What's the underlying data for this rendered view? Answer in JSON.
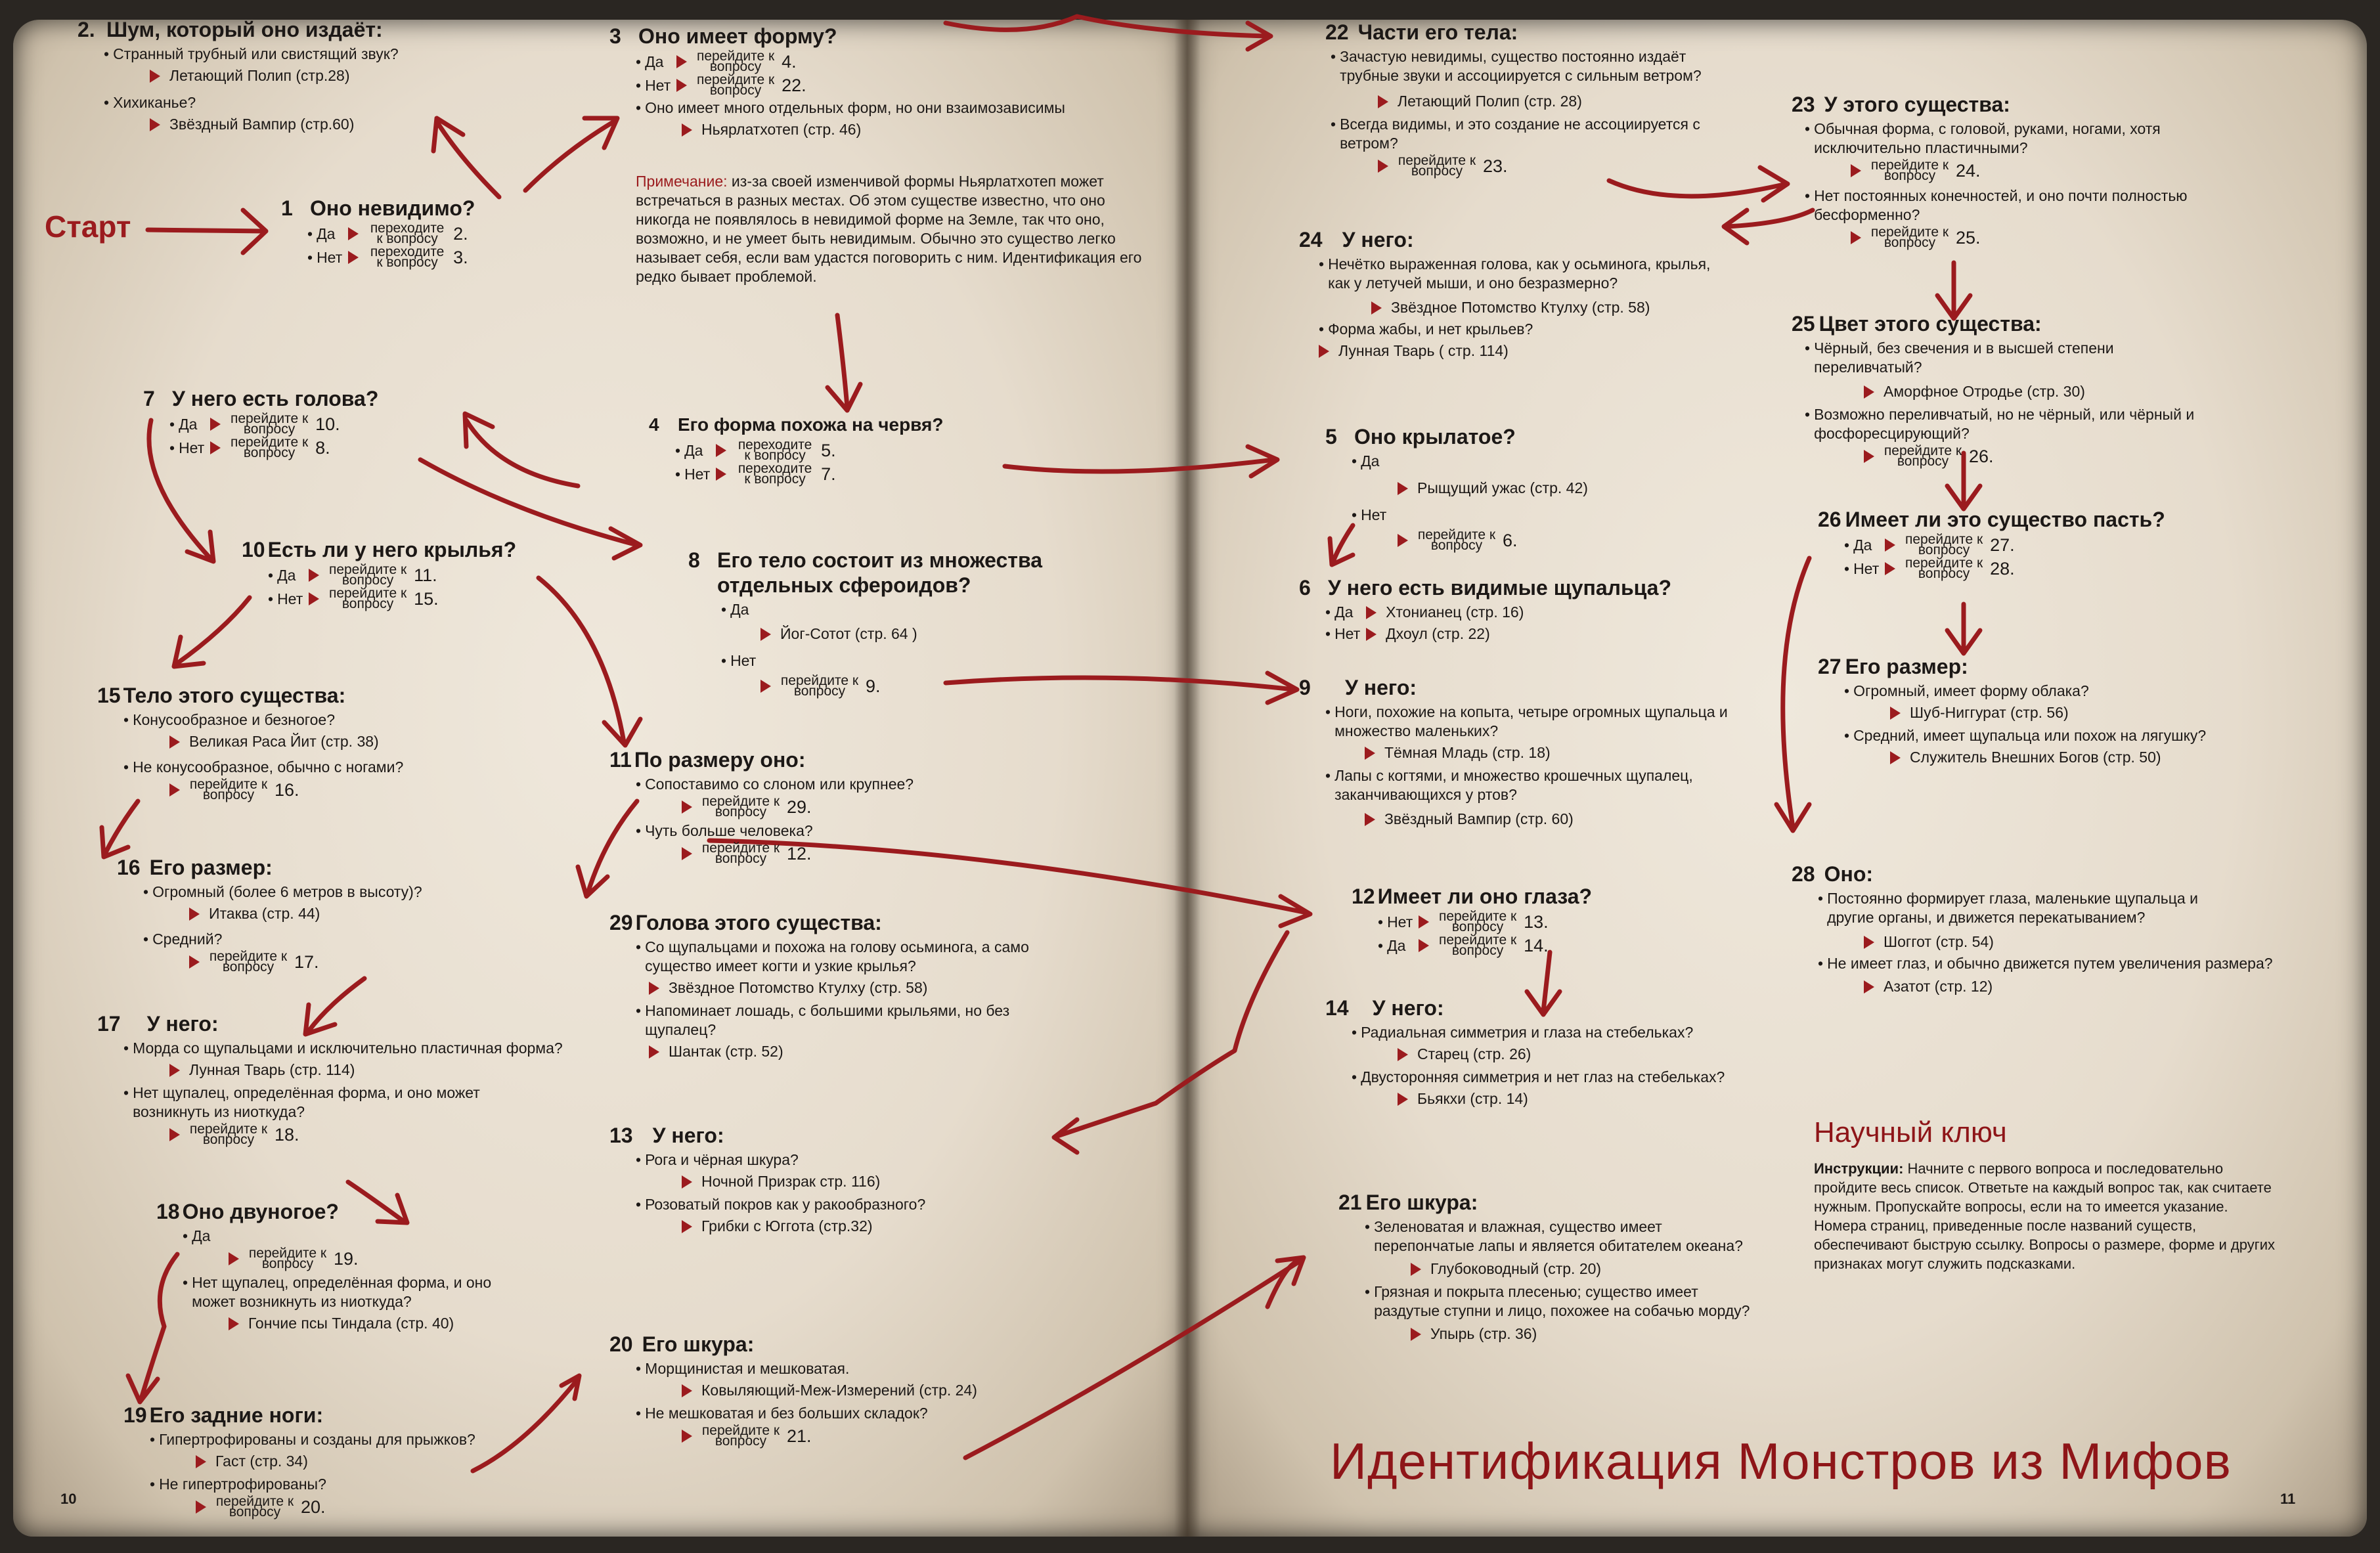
{
  "start_label": "Старт",
  "title": "Идентификация Монстров из Мифов",
  "page_left": "10",
  "page_right": "11",
  "goto_label": "перейдите к вопросу",
  "key": {
    "title": "Научный ключ",
    "label": "Инструкции:",
    "text": " Начните с первого вопроса и последовательно пройдите весь список. Ответьте на каждый вопрос так, как считаете нужным. Пропускайте вопросы, если на то имеется указание. Номера страниц, приведенные после названий существ, обеспечивают быструю ссылку. Вопросы о размере, форме и других признаках могут служить подсказками."
  },
  "note": {
    "label": "Примечание:",
    "text": " из-за своей изменчивой формы Ньярлатхотеп может встречаться в разных местах. Об этом существе известно, что оно никогда не появлялось в невидимой форме на Земле, так что оно, возможно, и не умеет быть невидимым. Обычно это существо легко называет себя, если вам удастся поговорить с ним. Идентификация его редко бывает проблемой."
  },
  "q2": {
    "num": "2.",
    "title": "Шум, который оно издаёт:",
    "o1": "Странный трубный или свистящий звук?",
    "r1": "Летающий Полип (стр.28)",
    "o2": "Хихиканье?",
    "r2": "Звёздный Вампир (стр.60)"
  },
  "q3": {
    "num": "3",
    "title": "Оно имеет форму?",
    "yes": "Да",
    "yes_to": "4.",
    "no": "Нет",
    "no_to": "22.",
    "o3": "Оно имеет много отдельных форм, но они взаимозависимы",
    "r3": "Ньярлатхотеп (стр. 46)"
  },
  "q1": {
    "num": "1",
    "title": "Оно невидимо?",
    "yes": "Да",
    "yes_to": "2.",
    "no": "Нет",
    "no_to": "3.",
    "goto": "переходите к вопросу"
  },
  "q7": {
    "num": "7",
    "title": "У него есть голова?",
    "yes": "Да",
    "yes_to": "10.",
    "no": "Нет",
    "no_to": "8."
  },
  "q4": {
    "num": "4",
    "title": "Его форма похожа на червя?",
    "yes": "Да",
    "yes_to": "5.",
    "no": "Нет",
    "no_to": "7.",
    "goto": "переходите к вопросу"
  },
  "q10": {
    "num": "10",
    "title": "Есть ли у него крылья?",
    "yes": "Да",
    "yes_to": "11.",
    "no": "Нет",
    "no_to": "15."
  },
  "q8": {
    "num": "8",
    "title": "Его тело состоит из множества отдельных сфероидов?",
    "yes": "Да",
    "r1": "Йог-Сотот (стр. 64 )",
    "no": "Нет",
    "no_to": "9."
  },
  "q15": {
    "num": "15",
    "title": "Тело этого существа:",
    "o1": "Конусообразное и безногое?",
    "r1": "Великая Раса Йит (стр. 38)",
    "o2": "Не конусообразное, обычно с ногами?",
    "to2": "16."
  },
  "q11": {
    "num": "11",
    "title": "По размеру оно:",
    "o1": "Сопоставимо со слоном или крупнее?",
    "to1": "29.",
    "o2": "Чуть больше человека?",
    "to2": "12."
  },
  "q16": {
    "num": "16",
    "title": "Его размер:",
    "o1": "Огромный (более 6 метров в высоту)?",
    "r1": "Итаква (стр. 44)",
    "o2": "Средний?",
    "to2": "17."
  },
  "q29": {
    "num": "29",
    "title": "Голова этого существа:",
    "o1": "Со щупальцами и похожа на голову осьминога, а само существо имеет когти и узкие крылья?",
    "r1": "Звёздное Потомство Ктулху (стр. 58)",
    "o2": "Напоминает лошадь, с большими крыльями, но без щупалец?",
    "r2": "Шантак (стр. 52)"
  },
  "q17": {
    "num": "17",
    "title": "У него:",
    "o1": "Морда со щупальцами и исключительно пластичная форма?",
    "r1": "Лунная Тварь (стр. 114)",
    "o2": "Нет щупалец, определённая форма, и оно может возникнуть из ниоткуда?",
    "to2": "18."
  },
  "q13": {
    "num": "13",
    "title": "У него:",
    "o1": "Рога и чёрная шкура?",
    "r1": "Ночной Призрак стр. 116)",
    "o2": "Розоватый покров как у ракообразного?",
    "r2": "Грибки с Юггота (стр.32)"
  },
  "q18": {
    "num": "18",
    "title": "Оно двуногое?",
    "o1": "Да",
    "to1": "19.",
    "o2": "Нет щупалец, определённая форма, и оно может возникнуть из ниоткуда?",
    "r2": "Гончие псы Тиндала (стр. 40)"
  },
  "q20": {
    "num": "20",
    "title": "Его шкура:",
    "o1": "Морщинистая и мешковатая.",
    "r1": "Ковыляющий-Меж-Измерений (стр. 24)",
    "o2": "Не мешковатая и без больших складок?",
    "to2": "21."
  },
  "q19": {
    "num": "19",
    "title": "Его задние ноги:",
    "o1": "Гипертрофированы и созданы для прыжков?",
    "r1": "Гаст (стр. 34)",
    "o2": "Не гипертрофированы?",
    "to2": "20."
  },
  "q22": {
    "num": "22",
    "title": "Части его тела:",
    "o1": "Зачастую невидимы, существо постоянно издаёт трубные звуки и ассоциируется с сильным ветром?",
    "r1": "Летающий Полип (стр. 28)",
    "o2": "Всегда видимы, и это создание не ассоциируется с ветром?",
    "to2": "23."
  },
  "q23": {
    "num": "23",
    "title": "У этого существа:",
    "o1": "Обычная форма, с головой, руками, ногами, хотя исключительно пластичными?",
    "to1": "24.",
    "o2": "Нет постоянных конечностей, и оно почти полностью бесформенно?",
    "to2": "25."
  },
  "q24": {
    "num": "24",
    "title": "У него:",
    "o1": "Нечётко выраженная голова, как у осьминога, крылья, как у летучей мыши, и оно безразмерно?",
    "r1": "Звёздное Потомство Ктулху (стр. 58)",
    "o2": "Форма жабы, и нет крыльев?",
    "r2": "Лунная Тварь ( стр. 114)"
  },
  "q25": {
    "num": "25",
    "title": "Цвет этого существа:",
    "o1": "Чёрный, без свечения и в высшей степени переливчатый?",
    "r1": "Аморфное Отродье (стр. 30)",
    "o2": "Возможно переливчатый, но не чёрный, или чёрный и фосфоресцирующий?",
    "to2": "26."
  },
  "q5": {
    "num": "5",
    "title": "Оно крылатое?",
    "o1": "Да",
    "r1": "Рыщущий ужас (стр. 42)",
    "o2": "Нет",
    "to2": "6."
  },
  "q26": {
    "num": "26",
    "title": "Имеет ли это существо пасть?",
    "yes": "Да",
    "yes_to": "27.",
    "no": "Нет",
    "no_to": "28."
  },
  "q6": {
    "num": "6",
    "title": "У него есть видимые щупальца?",
    "yes": "Да",
    "r1": "Хтонианец (стр. 16)",
    "no": "Нет",
    "r2": "Дхоул (стр. 22)"
  },
  "q27": {
    "num": "27",
    "title": "Его размер:",
    "o1": "Огромный, имеет форму облака?",
    "r1": "Шуб-Ниггурат (стр. 56)",
    "o2": "Средний, имеет щупальца или похож на лягушку?",
    "r2": "Служитель Внешних Богов (стр. 50)"
  },
  "q9": {
    "num": "9",
    "title": "У него:",
    "o1": "Ноги, похожие на копыта, четыре огромных щупальца и множество маленьких?",
    "r1": "Тёмная Младь (стр. 18)",
    "o2": "Лапы с когтями, и множество крошечных щупалец, заканчивающихся у ртов?",
    "r2": "Звёздный Вампир (стр. 60)"
  },
  "q28": {
    "num": "28",
    "title": "Оно:",
    "o1": "Постоянно формирует глаза, маленькие щупальца и другие органы, и движется перекатыванием?",
    "r1": "Шоггот (стр. 54)",
    "o2": "Не имеет глаз, и обычно движется путем увеличения размера?",
    "r2": "Азатот (стр. 12)"
  },
  "q12": {
    "num": "12",
    "title": "Имеет ли оно глаза?",
    "yes": "Нет",
    "yes_to": "13.",
    "no": "Да",
    "no_to": "14."
  },
  "q14": {
    "num": "14",
    "title": "У него:",
    "o1": "Радиальная симметрия и глаза на стебельках?",
    "r1": "Старец (стр. 26)",
    "o2": "Двусторонняя симметрия и нет глаз на стебельках?",
    "r2": "Бьякхи (стр. 14)"
  },
  "q21": {
    "num": "21",
    "title": "Его шкура:",
    "o1": "Зеленоватая и влажная, существо имеет перепончатые лапы и является обитателем океана?",
    "r1": "Глубоководный (стр. 20)",
    "o2": "Грязная и покрыта плесенью; существо имеет раздутые ступни и лицо, похожее на собачью морду?",
    "r2": "Упырь (стр. 36)"
  },
  "colors": {
    "accent": "#9b1b1e",
    "paper": "#e8dfd2",
    "ink": "#1c1816"
  }
}
